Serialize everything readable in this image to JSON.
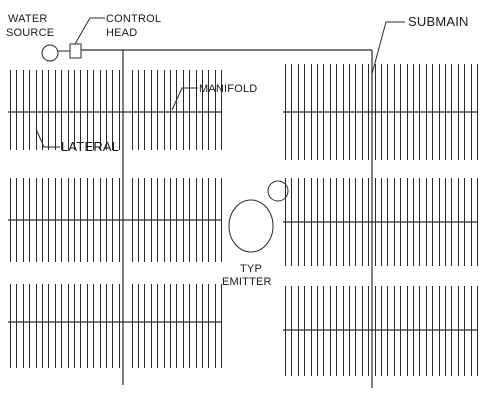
{
  "labels": {
    "water_source_line1": "WATER",
    "water_source_line2": "SOURCE",
    "control_head_line1": "CONTROL",
    "control_head_line2": "HEAD",
    "submain": "SUBMAIN",
    "manifold": "MANIFOLD",
    "lateral": "LATERAL",
    "emitter_line1": "TYP",
    "emitter_line2": "EMITTER"
  },
  "colors": {
    "line": "#2a2a2a",
    "background": "#ffffff"
  }
}
